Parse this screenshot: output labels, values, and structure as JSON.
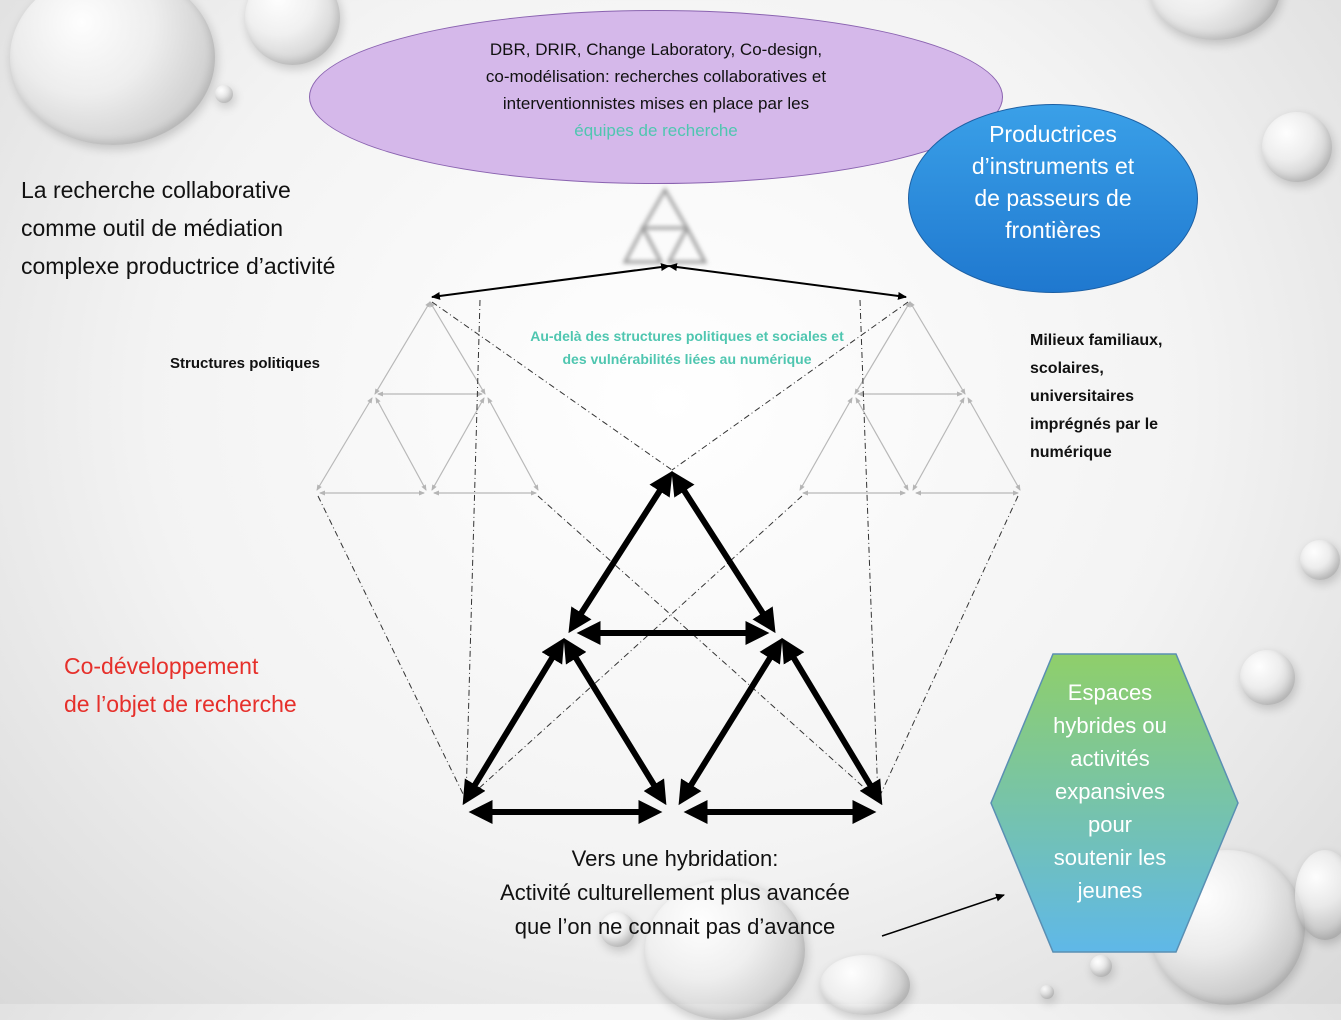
{
  "oval": {
    "line1": "DBR, DRIR, Change Laboratory, Co-design,",
    "line2": "co-modélisation: recherches collaboratives et",
    "line3": "interventionnistes mises en place par les",
    "accent": "équipes de recherche"
  },
  "blue_oval": {
    "line1": "Productrices",
    "line2": "d’instruments et",
    "line3": "de passeurs de",
    "line4": "frontières"
  },
  "left_title": {
    "line1": "La recherche collaborative",
    "line2": "comme outil de médiation",
    "line3": "complexe productrice d’activité"
  },
  "structures_label": "Structures politiques",
  "teal_caption": {
    "line1": "Au-delà des structures politiques et sociales et",
    "line2": "des vulnérabilités liées au numérique"
  },
  "milieux": {
    "line1": "Milieux familiaux,",
    "line2": "scolaires,",
    "line3": "universitaires",
    "line4": "imprégnés par le",
    "line5": "numérique"
  },
  "codev": {
    "line1": "Co-développement",
    "line2": "de l’objet de recherche"
  },
  "vers": {
    "line1": "Vers une hybridation:",
    "line2": "Activité culturellement plus avancée",
    "line3": "que l’on ne connait pas d’avance"
  },
  "hexagon": {
    "line1": "Espaces",
    "line2": "hybrides ou",
    "line3": "activités",
    "line4": "expansives",
    "line5": "pour",
    "line6": "soutenir les",
    "line7": "jeunes"
  },
  "colors": {
    "oval_fill": "#d5b8ea",
    "blue_fill": "#2a8be0",
    "teal_text": "#4fc6b0",
    "red_text": "#e6302b",
    "hex_top": "#8fcf6a",
    "hex_bottom": "#5fb8e8"
  },
  "icons": [
    "water-drop-decoration",
    "triangle-activity-system"
  ]
}
